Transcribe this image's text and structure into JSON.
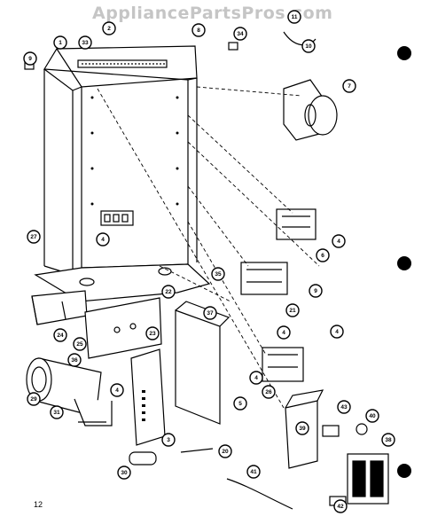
{
  "watermark": "AppliancePartsPros.com",
  "page_number": "12",
  "callouts": [
    "1",
    "33",
    "2",
    "8",
    "34",
    "11",
    "10",
    "9",
    "7",
    "27",
    "4",
    "6",
    "4",
    "9",
    "35",
    "21",
    "22",
    "37",
    "4",
    "24",
    "25",
    "23",
    "4",
    "36",
    "4",
    "26",
    "29",
    "4",
    "5",
    "31",
    "3",
    "43",
    "39",
    "40",
    "38",
    "20",
    "30",
    "41",
    "42"
  ]
}
